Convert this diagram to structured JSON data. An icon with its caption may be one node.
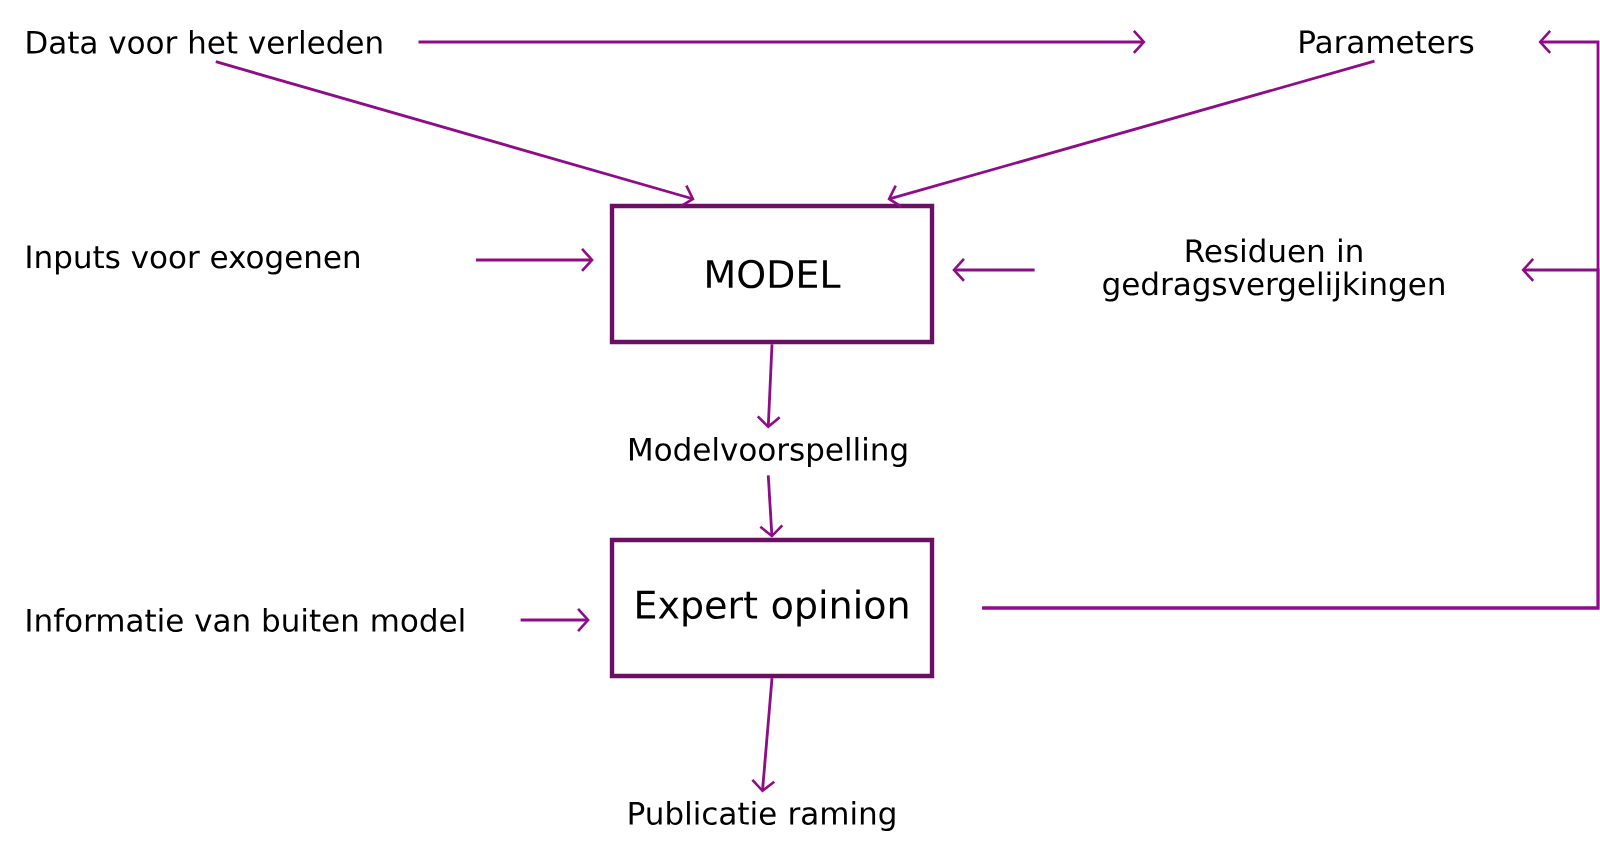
{
  "diagram": {
    "nodes": [
      {
        "text": [
          "Data voor het verleden"
        ]
      },
      {
        "text": [
          "Parameters"
        ]
      },
      {
        "text": [
          "Inputs voor exogenen"
        ]
      },
      {
        "text": [
          "MODEL"
        ]
      },
      {
        "text": [
          "Residuen in gedragsvergelijkingen"
        ]
      },
      {
        "text": [
          "Modelvoorspelling"
        ]
      },
      {
        "text": [
          "Informatie van buiten model"
        ]
      },
      {
        "text": [
          "Expert opinion"
        ]
      },
      {
        "text": [
          "Publicatie raming"
        ]
      }
    ],
    "edges": [
      {
        "from": 0,
        "to": 1,
        "arrow": "to"
      },
      {
        "from": 0,
        "to": 3,
        "arrow": "to"
      },
      {
        "from": 1,
        "to": 3,
        "arrow": "to"
      },
      {
        "from": 2,
        "to": 3,
        "arrow": "to"
      },
      {
        "from": 4,
        "to": 3,
        "arrow": "to"
      },
      {
        "from": 3,
        "to": 5,
        "arrow": "to"
      },
      {
        "from": 5,
        "to": 7,
        "arrow": "to"
      },
      {
        "from": 6,
        "to": 7,
        "arrow": "to"
      },
      {
        "from": 7,
        "to": 8,
        "arrow": "to"
      },
      {
        "from": 7,
        "to": 1,
        "arrow": "to"
      },
      {
        "from": 7,
        "to": 4,
        "arrow": "to"
      }
    ]
  }
}
